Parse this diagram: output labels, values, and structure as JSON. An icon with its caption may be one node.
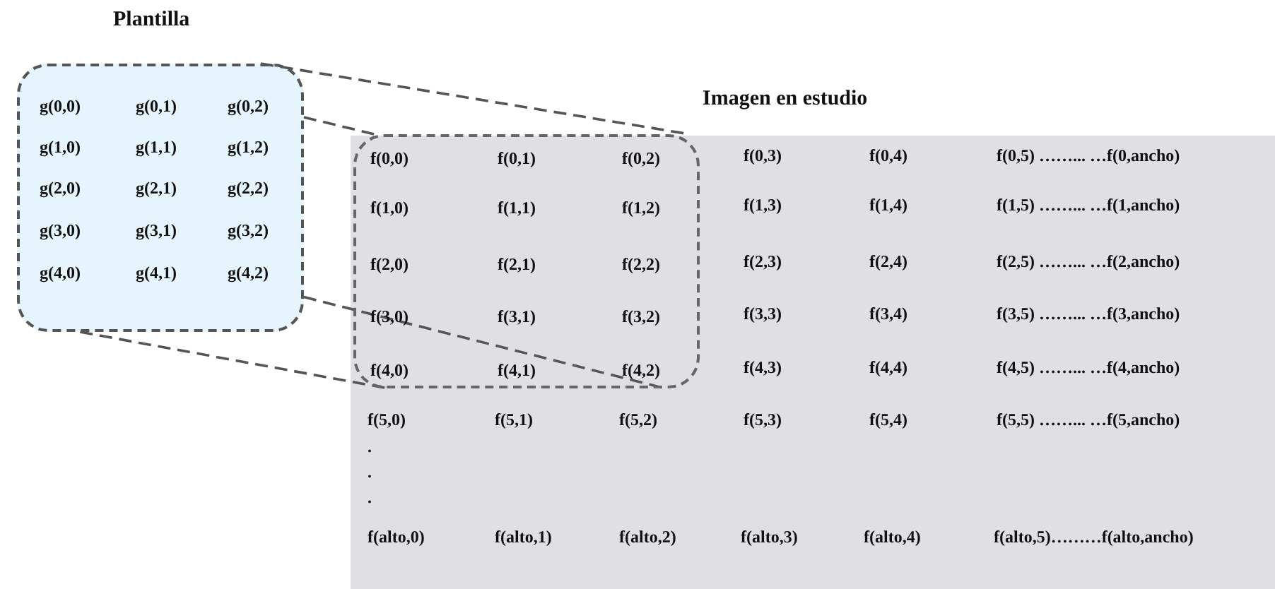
{
  "diagram": {
    "nodes": [
      {
        "text": [
          "Plantilla",
          "g(0,0)",
          "g(0,1)",
          "g(0,2)",
          "g(1,0)",
          "g(1,1)",
          "g(1,2)",
          "g(2,0)",
          "g(2,1)",
          "g(2,2)",
          "g(3,0)",
          "g(3,1)",
          "g(3,2)",
          "g(4,0)",
          "g(4,1)",
          "g(4,2)"
        ]
      },
      {
        "text": [
          "Imagen en estudio",
          "f(0,3)",
          "f(0,4)",
          "f(0,5) ……... …f(0,ancho)",
          "f(1,3)",
          "f(1,4)",
          "f(1,5) ……... …f(1,ancho)",
          "f(2,3)",
          "f(2,4)",
          "f(2,5) ……... …f(2,ancho)",
          "f(3,3)",
          "f(3,4)",
          "f(3,5) ……... …f(3,ancho)",
          "f(4,3)",
          "f(4,4)",
          "f(4,5) ……... …f(4,ancho)",
          "f(5,0)",
          "f(5,1)",
          "f(5,2)",
          "f(5,3)",
          "f(5,4)",
          "f(5,5) ……... …f(5,ancho)",
          ".",
          ".",
          ".",
          "f(alto,0)",
          "f(alto,1)",
          "f(alto,2)",
          "f(alto,3)",
          "f(alto,4)",
          "f(alto,5)………f(alto,ancho)"
        ]
      },
      {
        "text": [
          "f(0,0)",
          "f(0,1)",
          "f(0,2)",
          "f(1,0)",
          "f(1,1)",
          "f(1,2)",
          "f(2,0)",
          "f(2,1)",
          "f(2,2)",
          "f(3,0)",
          "f(3,1)",
          "f(3,2)",
          "f(4,0)",
          "f(4,1)",
          "f(4,2)"
        ],
        "in": 1
      }
    ],
    "edges": [
      {
        "from": 0,
        "to": 2,
        "arrow": "none",
        "style": "dashed"
      },
      {
        "from": 0,
        "to": 2,
        "arrow": "none",
        "style": "dashed"
      },
      {
        "from": 0,
        "to": 2,
        "arrow": "none",
        "style": "dashed"
      },
      {
        "from": 0,
        "to": 2,
        "arrow": "none",
        "style": "dashed"
      }
    ]
  }
}
